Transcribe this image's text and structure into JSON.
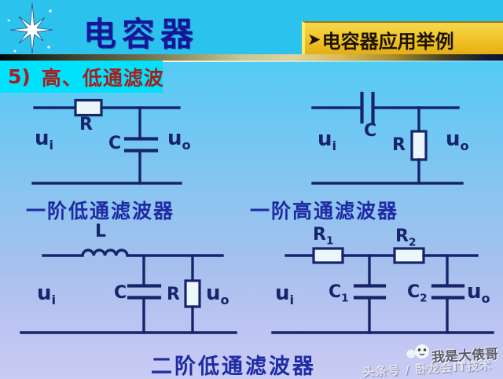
{
  "header": {
    "title": "电容器",
    "banner": {
      "arrow": "➤",
      "label": "电容器应用举例"
    }
  },
  "section": {
    "number": "5)",
    "text": "高、低通滤波"
  },
  "captions": {
    "lowpass1": "一阶低通滤波器",
    "highpass1": "一阶高通滤波器",
    "lowpass2": "二阶低通滤波器"
  },
  "circuits": {
    "lp1": {
      "r": "R",
      "c": "C",
      "ui": {
        "base": "u",
        "sub": "i"
      },
      "uo": {
        "base": "u",
        "sub": "o"
      }
    },
    "hp1": {
      "c": "C",
      "r": "R",
      "ui": {
        "base": "u",
        "sub": "i"
      },
      "uo": {
        "base": "u",
        "sub": "o"
      }
    },
    "lp2": {
      "l": "L",
      "c": "C",
      "r": "R",
      "ui": {
        "base": "u",
        "sub": "i"
      },
      "uo": {
        "base": "u",
        "sub": "o"
      }
    },
    "rc2": {
      "r1": {
        "base": "R",
        "sub": "1"
      },
      "r2": {
        "base": "R",
        "sub": "2"
      },
      "c1": {
        "base": "C",
        "sub": "1"
      },
      "c2": {
        "base": "C",
        "sub": "2"
      },
      "ui": {
        "base": "u",
        "sub": "i"
      },
      "uo": {
        "base": "u",
        "sub": "o"
      }
    }
  },
  "watermark": {
    "line1": "我是大俵哥",
    "line2": "头条号 / 卧龙会IT技术"
  },
  "colors": {
    "header_cyan": "#2BC3EE",
    "accent_yellow": "#EFC125",
    "section_cyan": "#00E2FB",
    "section_red": "#A81D1D",
    "circuit_navy": "#17246B",
    "caption_blue": "#1E2BA3",
    "title_navy": "#15159A"
  }
}
